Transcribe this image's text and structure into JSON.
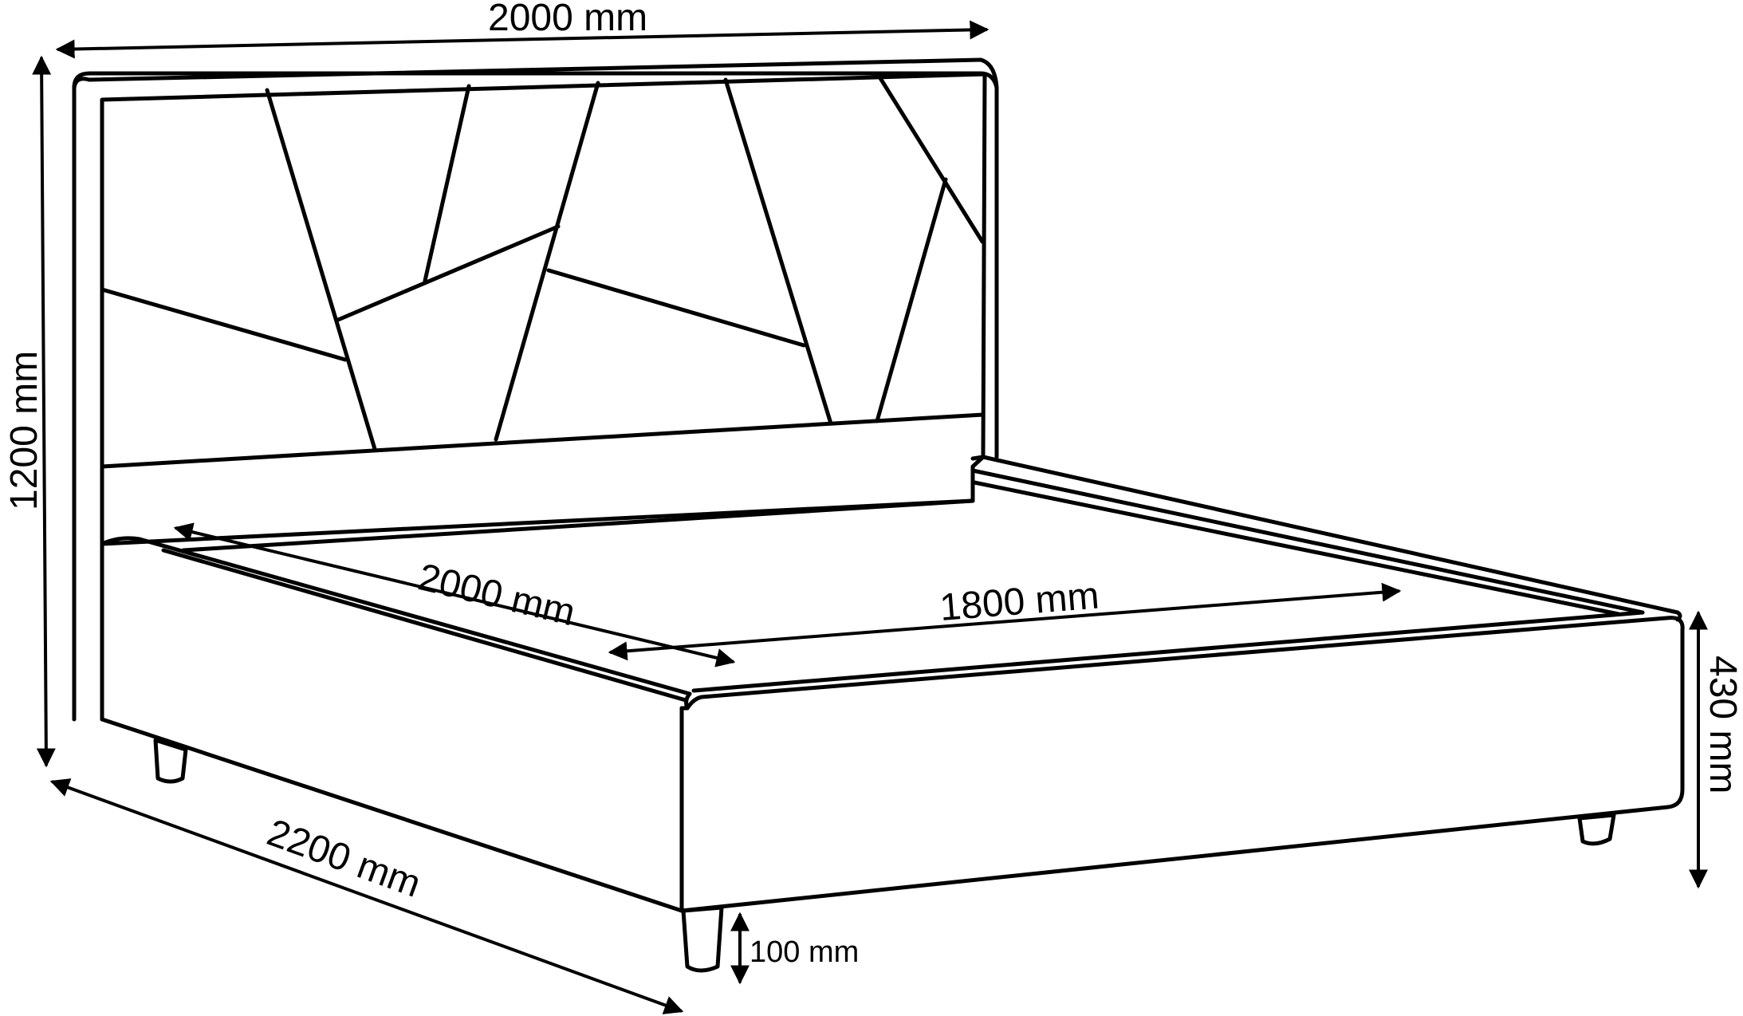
{
  "dimensions": {
    "headboard_width": "2000 mm",
    "headboard_height": "1200 mm",
    "mattress_length": "2000 mm",
    "mattress_width": "1800 mm",
    "total_length": "2200 mm",
    "frame_height": "430 mm",
    "leg_height": "100 mm"
  }
}
